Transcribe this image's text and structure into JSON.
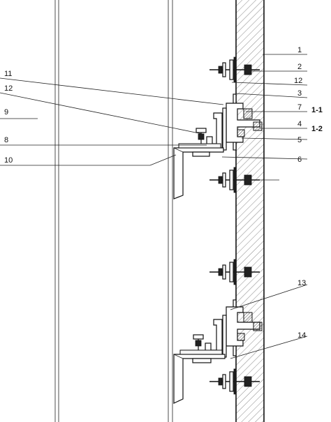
{
  "labels": {
    "l1": "1",
    "l2": "2",
    "l12a": "12",
    "l3": "3",
    "l7": "7",
    "l1_1": "1-1",
    "l4": "4",
    "l1_2": "1-2",
    "l5": "5",
    "l6": "6",
    "l11": "11",
    "l12b": "12",
    "l9": "9",
    "l8": "8",
    "l10": "10",
    "l13": "13",
    "l14": "14"
  }
}
